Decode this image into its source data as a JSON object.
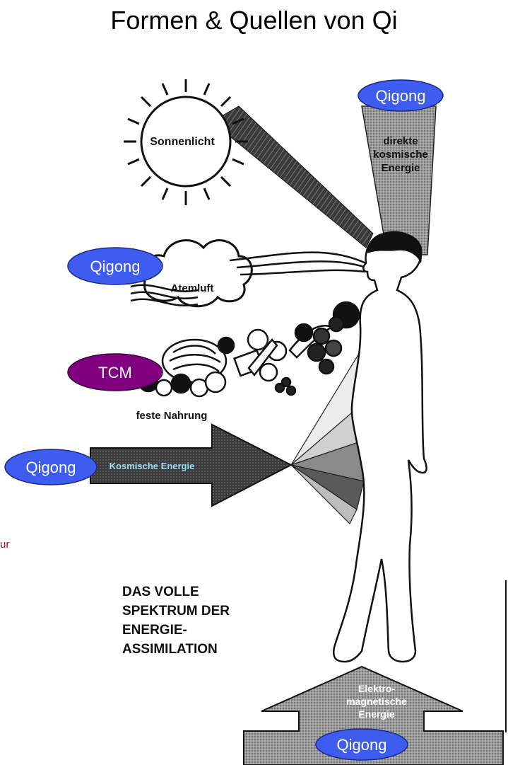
{
  "title": "Formen & Quellen von Qi",
  "colors": {
    "qigong_fill": "#3e5df0",
    "tcm_fill": "#800080",
    "kosmisch_text": "#9fdcf5",
    "side_text": "#8b1a1a"
  },
  "sources": {
    "sonnenlicht": "Sonnenlicht",
    "direkte_1": "direkte",
    "direkte_2": "kosmische",
    "direkte_3": "Energie",
    "atemluft": "Atemluft",
    "nahrung": "feste Nahrung",
    "kosmische": "Kosmische Energie",
    "elektro_1": "Elektro-",
    "elektro_2": "magnetische",
    "elektro_3": "Energie"
  },
  "badges": {
    "qigong_top": "Qigong",
    "qigong_air": "Qigong",
    "tcm": "TCM",
    "qigong_cosmic": "Qigong",
    "qigong_bottom": "Qigong"
  },
  "spectrum": [
    "DAS VOLLE",
    "SPEKTRUM DER",
    "ENERGIE-",
    "ASSIMILATION"
  ],
  "side_fragment": "ur"
}
